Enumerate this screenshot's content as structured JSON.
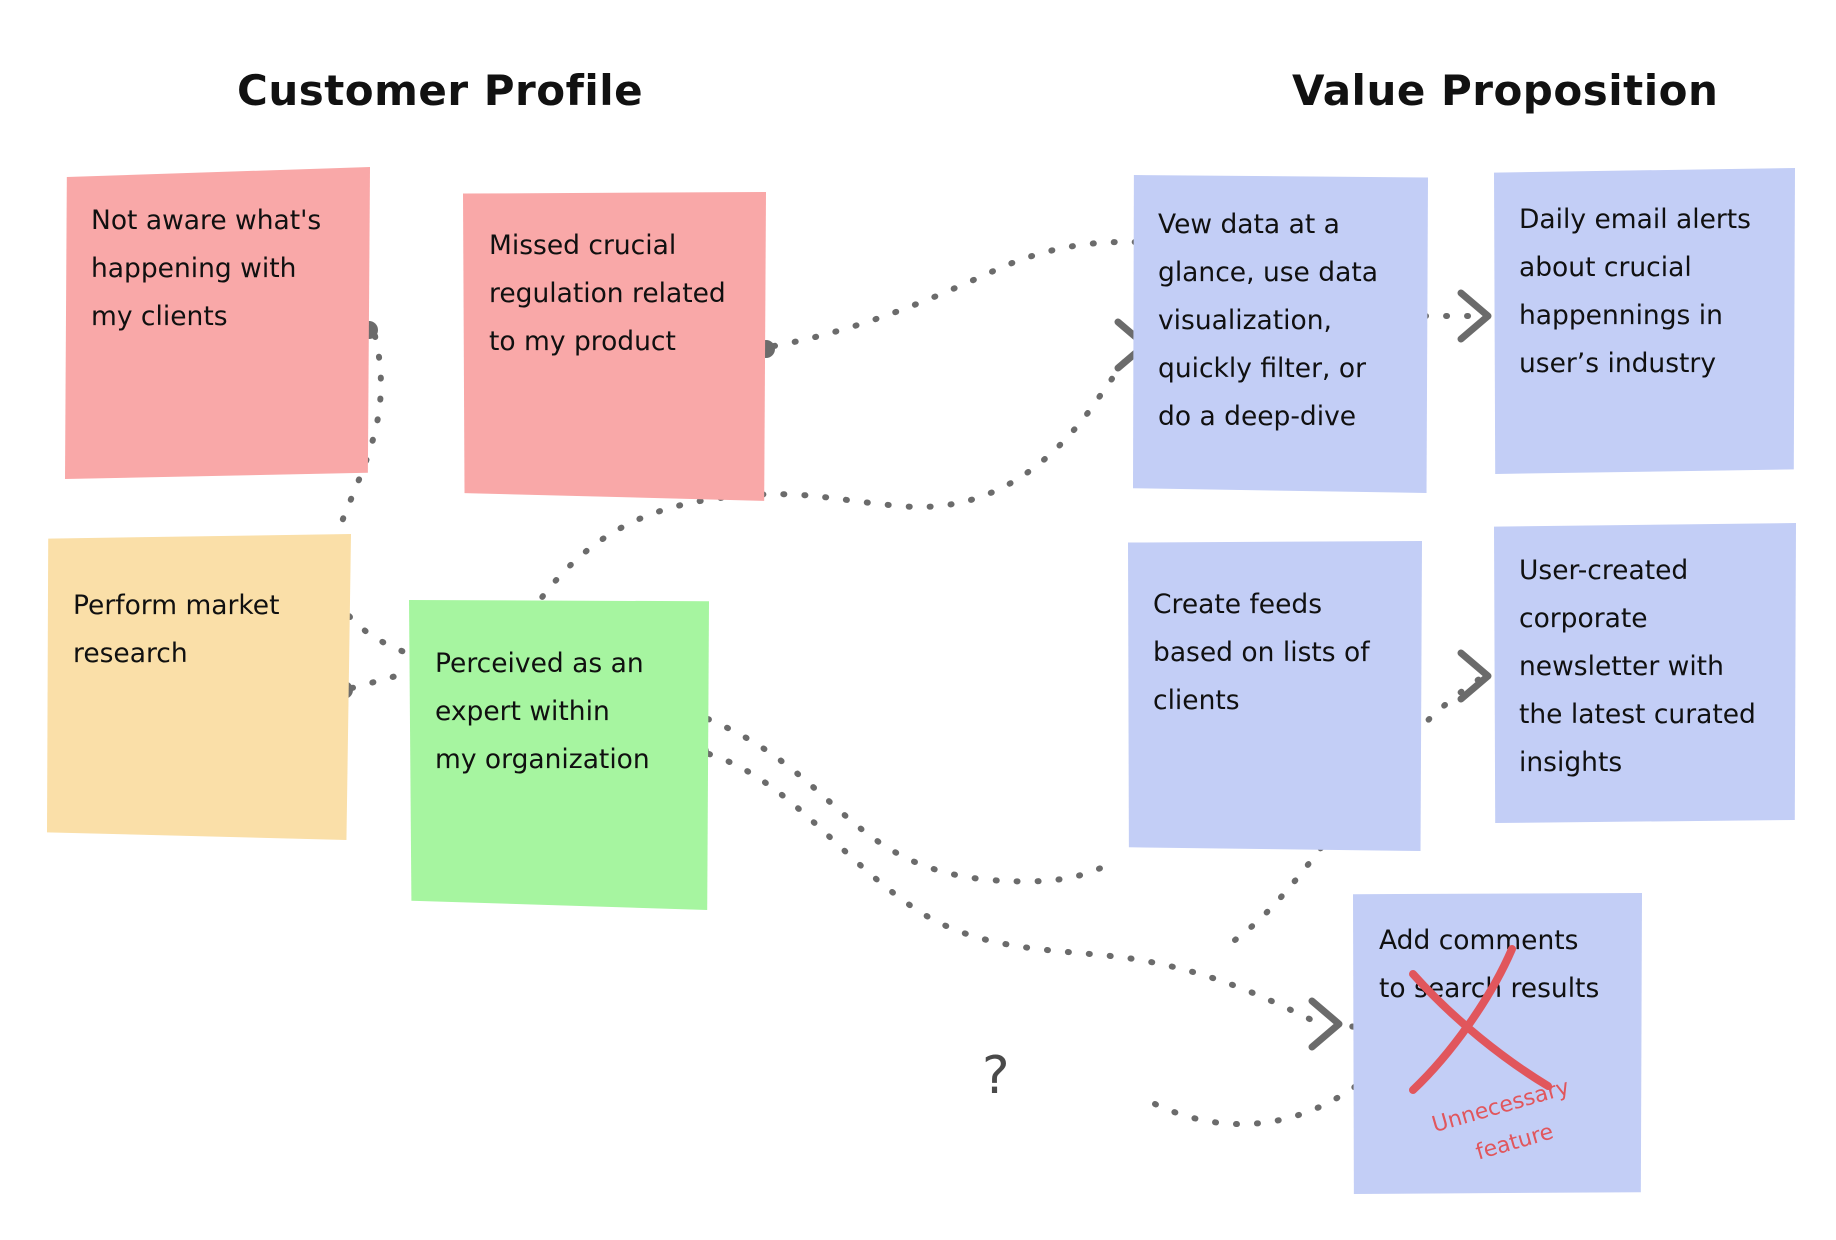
{
  "headings": {
    "left": "Customer Profile",
    "right": "Value Proposition"
  },
  "colors": {
    "pink": "#f9a8a8",
    "orange": "#fadfa8",
    "green": "#a6f5a0",
    "blue": "#c3cef6",
    "connector": "#6b6b6b",
    "strike": "#e1565c",
    "heading": "#111111",
    "background": "#ffffff"
  },
  "customer_profile": {
    "notes": [
      {
        "id": "not-aware",
        "color": "pink",
        "text": "Not aware what's\nhappening with\nmy clients"
      },
      {
        "id": "missed-regulation",
        "color": "pink",
        "text": "Missed crucial\nregulation related\nto my product"
      },
      {
        "id": "perform-market-research",
        "color": "orange",
        "text": "Perform market\nresearch"
      },
      {
        "id": "perceived-expert",
        "color": "green",
        "text": "Perceived as an\nexpert within\nmy organization"
      }
    ]
  },
  "value_proposition": {
    "notes": [
      {
        "id": "view-data",
        "color": "blue",
        "text": "Vew data at a\nglance, use data\nvisualization,\nquickly filter, or\ndo a deep-dive"
      },
      {
        "id": "daily-email-alerts",
        "color": "blue",
        "text": "Daily email alerts\nabout crucial\nhappennings in\nuser’s industry"
      },
      {
        "id": "create-feeds",
        "color": "blue",
        "text": "Create feeds\nbased on lists of\nclients"
      },
      {
        "id": "user-created-newsletter",
        "color": "blue",
        "text": "User-created\ncorporate\nnewsletter with\nthe latest curated\ninsights"
      },
      {
        "id": "add-comments",
        "color": "blue",
        "text": "Add comments\nto search results",
        "struck_out": true,
        "annotation_line_1": "Unnecessary",
        "annotation_line_2": "feature"
      }
    ]
  },
  "annotations": {
    "question_mark": "?"
  }
}
